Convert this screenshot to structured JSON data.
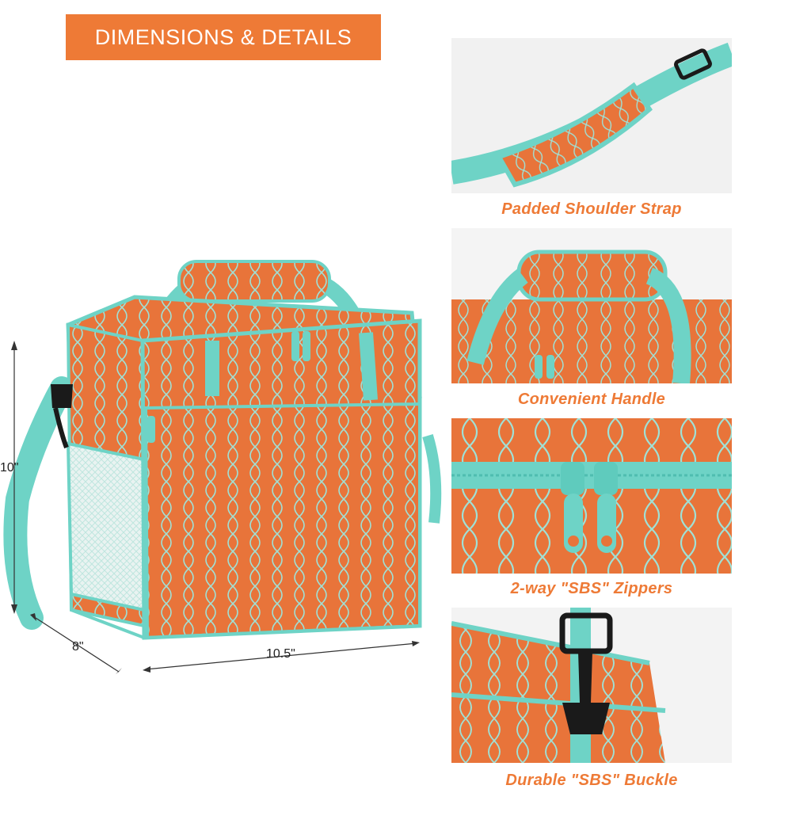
{
  "header": {
    "title": "DIMENSIONS & DETAILS"
  },
  "dimensions": {
    "height": "10\"",
    "depth": "8\"",
    "width": "10.5\""
  },
  "details": [
    {
      "caption": "Padded Shoulder Strap"
    },
    {
      "caption": "Convenient Handle"
    },
    {
      "caption": "2-way \"SBS\" Zippers"
    },
    {
      "caption": "Durable \"SBS\" Buckle"
    }
  ],
  "colors": {
    "accent": "#ee7a36",
    "bag_orange": "#e8743a",
    "trim_teal": "#6ed3c6",
    "buckle": "#1a1a1a"
  }
}
